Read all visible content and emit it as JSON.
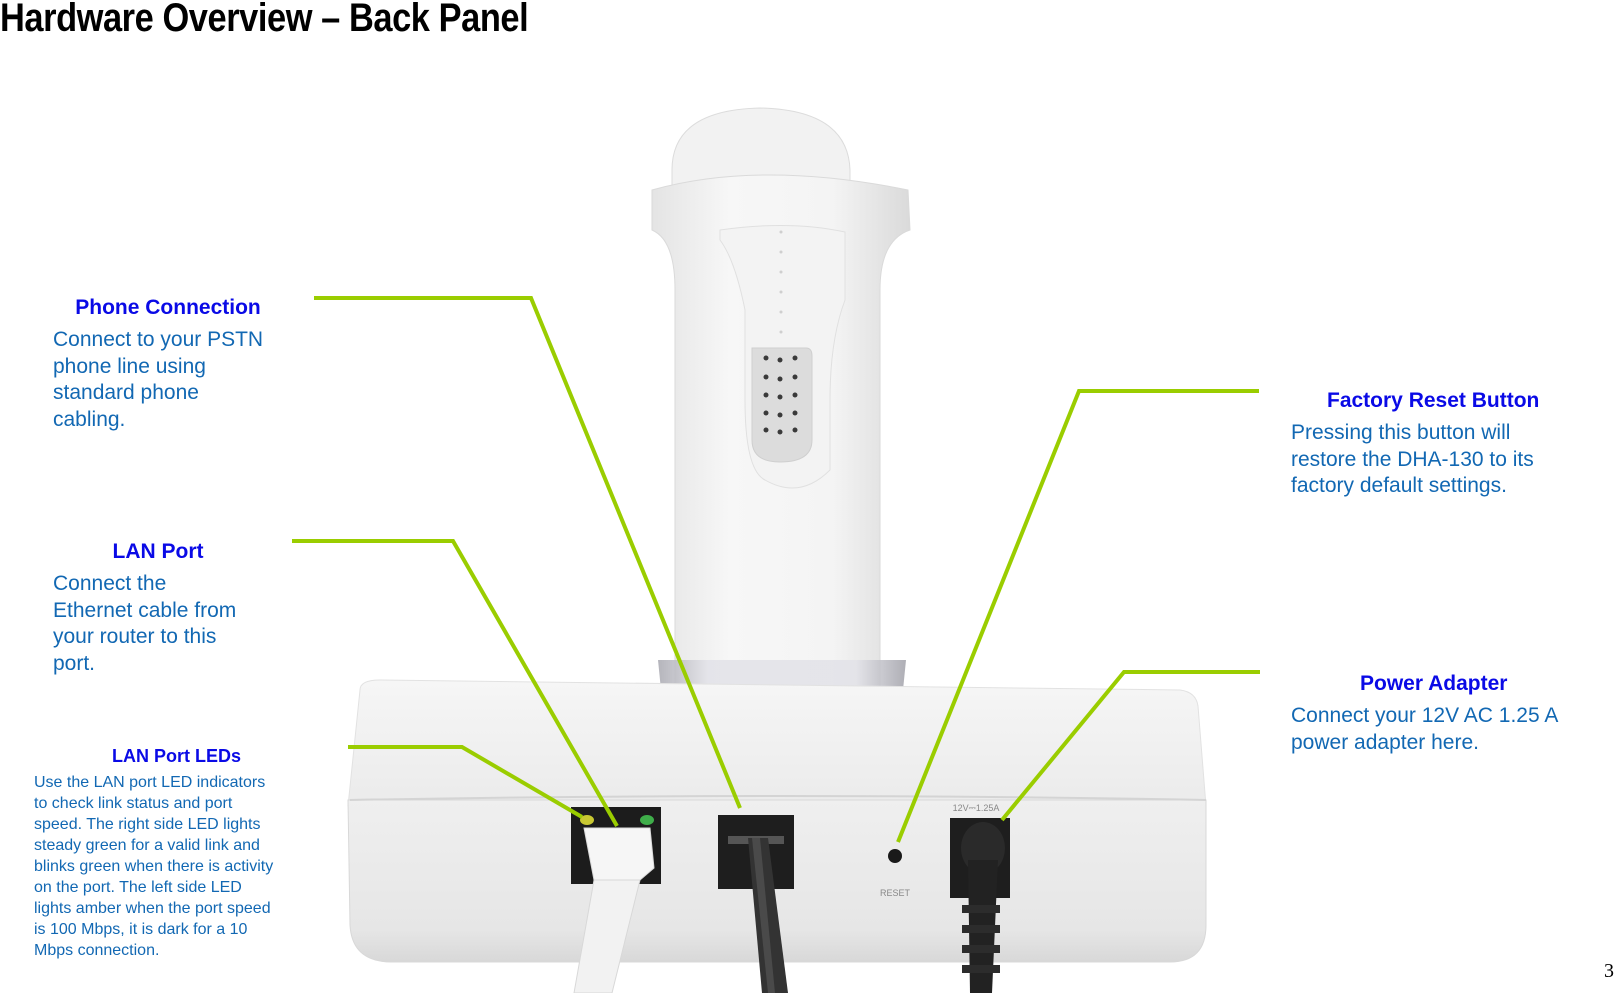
{
  "page": {
    "title": "Hardware Overview – Back Panel",
    "page_number": "3"
  },
  "callouts": {
    "phone_connection": {
      "heading": "Phone Connection",
      "lines": [
        "Connect to your PSTN",
        "phone line using",
        "standard phone",
        "cabling."
      ]
    },
    "lan_port": {
      "heading": "LAN Port",
      "lines": [
        "Connect the",
        "Ethernet cable from",
        "your router to this",
        "port."
      ]
    },
    "lan_port_leds": {
      "heading": "LAN Port LEDs",
      "lines": [
        "Use the LAN port LED indicators",
        "to check link status and port",
        "speed. The right side LED lights",
        "steady green for a valid link and",
        "blinks green when there is activity",
        "on the port. The left side LED",
        "lights amber when the port speed",
        "is 100 Mbps, it is dark for a 10",
        "Mbps connection."
      ]
    },
    "factory_reset": {
      "heading": "Factory Reset Button",
      "lines": [
        "Pressing this button will",
        "restore the DHA-130 to its",
        "factory default settings."
      ]
    },
    "power_adapter": {
      "heading": "Power Adapter",
      "lines": [
        "Connect your 12V AC 1.25 A",
        "power adapter here."
      ]
    }
  },
  "device_labels": {
    "reset": "RESET",
    "power_rating": "12V⎓1.25A"
  },
  "colors": {
    "heading_blue": "#0a0ae6",
    "body_blue": "#1268b3",
    "leader_green": "#9acd00",
    "led_amber": "#c8c832",
    "led_green": "#3fae4a"
  }
}
